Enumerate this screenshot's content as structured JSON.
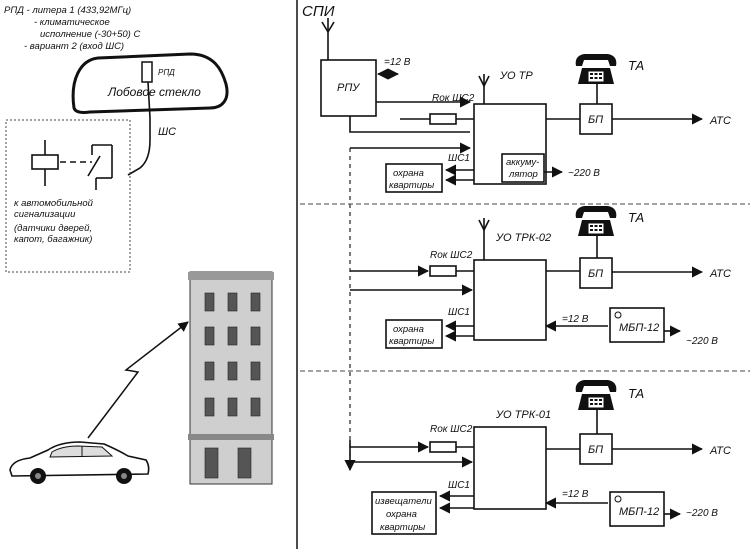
{
  "left_panel": {
    "rpd_notes": [
      "РПД - литера 1 (433,92МГц)",
      "- климатическое",
      "исполнение (-30+50)  С",
      "- вариант 2 (вход ШС)"
    ],
    "windshield_label": "Лобовое стекло",
    "rpd_label": "РПД",
    "shs_label": "ШС",
    "car_alarm_caption": [
      "к автомобильной",
      "сигнализации",
      "(датчики дверей,",
      "капот, багажник)"
    ]
  },
  "right_panel": {
    "title": "СПИ",
    "rpu_label": "РПУ",
    "power_12v": "=12 В",
    "block1": {
      "uo_label": "УО ТР",
      "rok_shs2": "Rок ШС2",
      "shs1": "ШС1",
      "guard": [
        "охрана",
        "квартиры"
      ],
      "battery": [
        "аккуму-",
        "лятор"
      ],
      "mains": "~220 В",
      "bp": "БП",
      "ta": "ТА",
      "ats": "АТС"
    },
    "block2": {
      "uo_label": "УО ТРК-02",
      "rok_shs2": "Rок ШС2",
      "shs1": "ШС1",
      "guard": [
        "охрана",
        "квартиры"
      ],
      "v12": "=12 В",
      "mbp": "МБП-12",
      "mains": "~220 В",
      "bp": "БП",
      "ta": "ТА",
      "ats": "АТС"
    },
    "block3": {
      "uo_label": "УО ТРК-01",
      "rok_shs2": "Rок ШС2",
      "shs1": "ШС1",
      "guard": [
        "извещатели",
        "охрана",
        "квартиры"
      ],
      "v12": "=12 В",
      "mbp": "МБП-12",
      "mains": "~220 В",
      "bp": "БП",
      "ta": "ТА",
      "ats": "АТС"
    }
  },
  "icons": [
    "antenna-icon",
    "telephone-icon",
    "car-icon",
    "building-icon",
    "relay-icon",
    "radio-link-icon"
  ]
}
